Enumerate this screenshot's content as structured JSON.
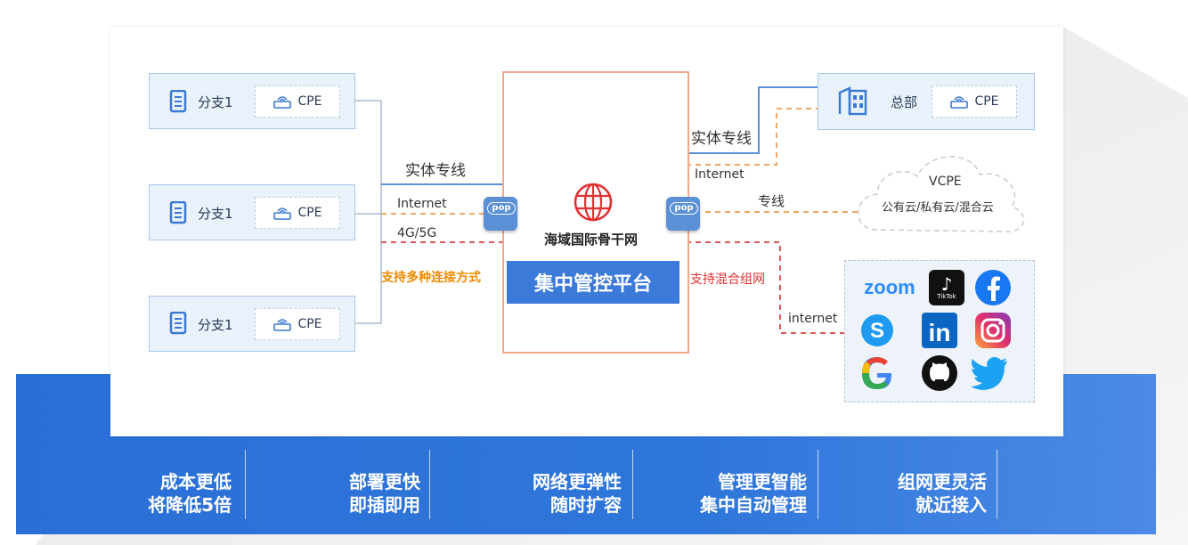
{
  "branches": [
    {
      "label": "分支1",
      "cpe": "CPE"
    },
    {
      "label": "分支1",
      "cpe": "CPE"
    },
    {
      "label": "分支1",
      "cpe": "CPE"
    }
  ],
  "hq": {
    "label": "总部",
    "cpe": "CPE"
  },
  "cloud": {
    "title": "VCPE",
    "subtitle": "公有云/私有云/混合云"
  },
  "center": {
    "network": "海域国际骨干网",
    "platform": "集中管控平台",
    "pop": "pop"
  },
  "left_links": {
    "line1": "实体专线",
    "line2": "Internet",
    "line3": "4G/5G",
    "note": "支持多种连接方式"
  },
  "right_links": {
    "line1": "实体专线",
    "line2": "Internet",
    "line3": "专线",
    "line4": "internet",
    "note": "支持混合组网"
  },
  "apps": {
    "zoom": "zoom",
    "tiktok": "TikTok"
  },
  "features": [
    {
      "line1": "成本更低",
      "line2": "将降低5倍"
    },
    {
      "line1": "部署更快",
      "line2": "即插即用"
    },
    {
      "line1": "网络更弹性",
      "line2": "随时扩容"
    },
    {
      "line1": "管理更智能",
      "line2": "集中自动管理"
    },
    {
      "line1": "组网更灵活",
      "line2": "就近接入"
    }
  ],
  "colors": {
    "blue_line": "#5b8fd6",
    "orange_dash": "#f0a868",
    "red_dash": "#e05858",
    "banner": "#2f76da",
    "note_orange": "#f08a00",
    "note_red": "#e03030"
  }
}
